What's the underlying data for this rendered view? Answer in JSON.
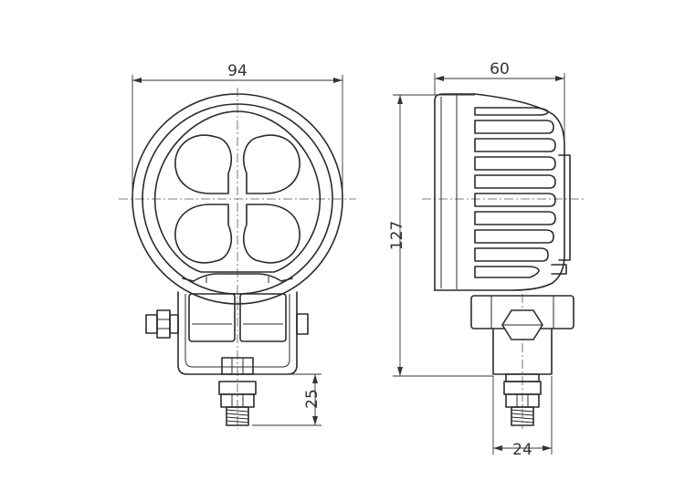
{
  "dimensions": {
    "front_width": "94",
    "side_depth": "60",
    "height": "127",
    "stud_length": "25",
    "bracket_width": "24"
  },
  "colors": {
    "line": "#2b2b2b",
    "background": "#ffffff"
  }
}
